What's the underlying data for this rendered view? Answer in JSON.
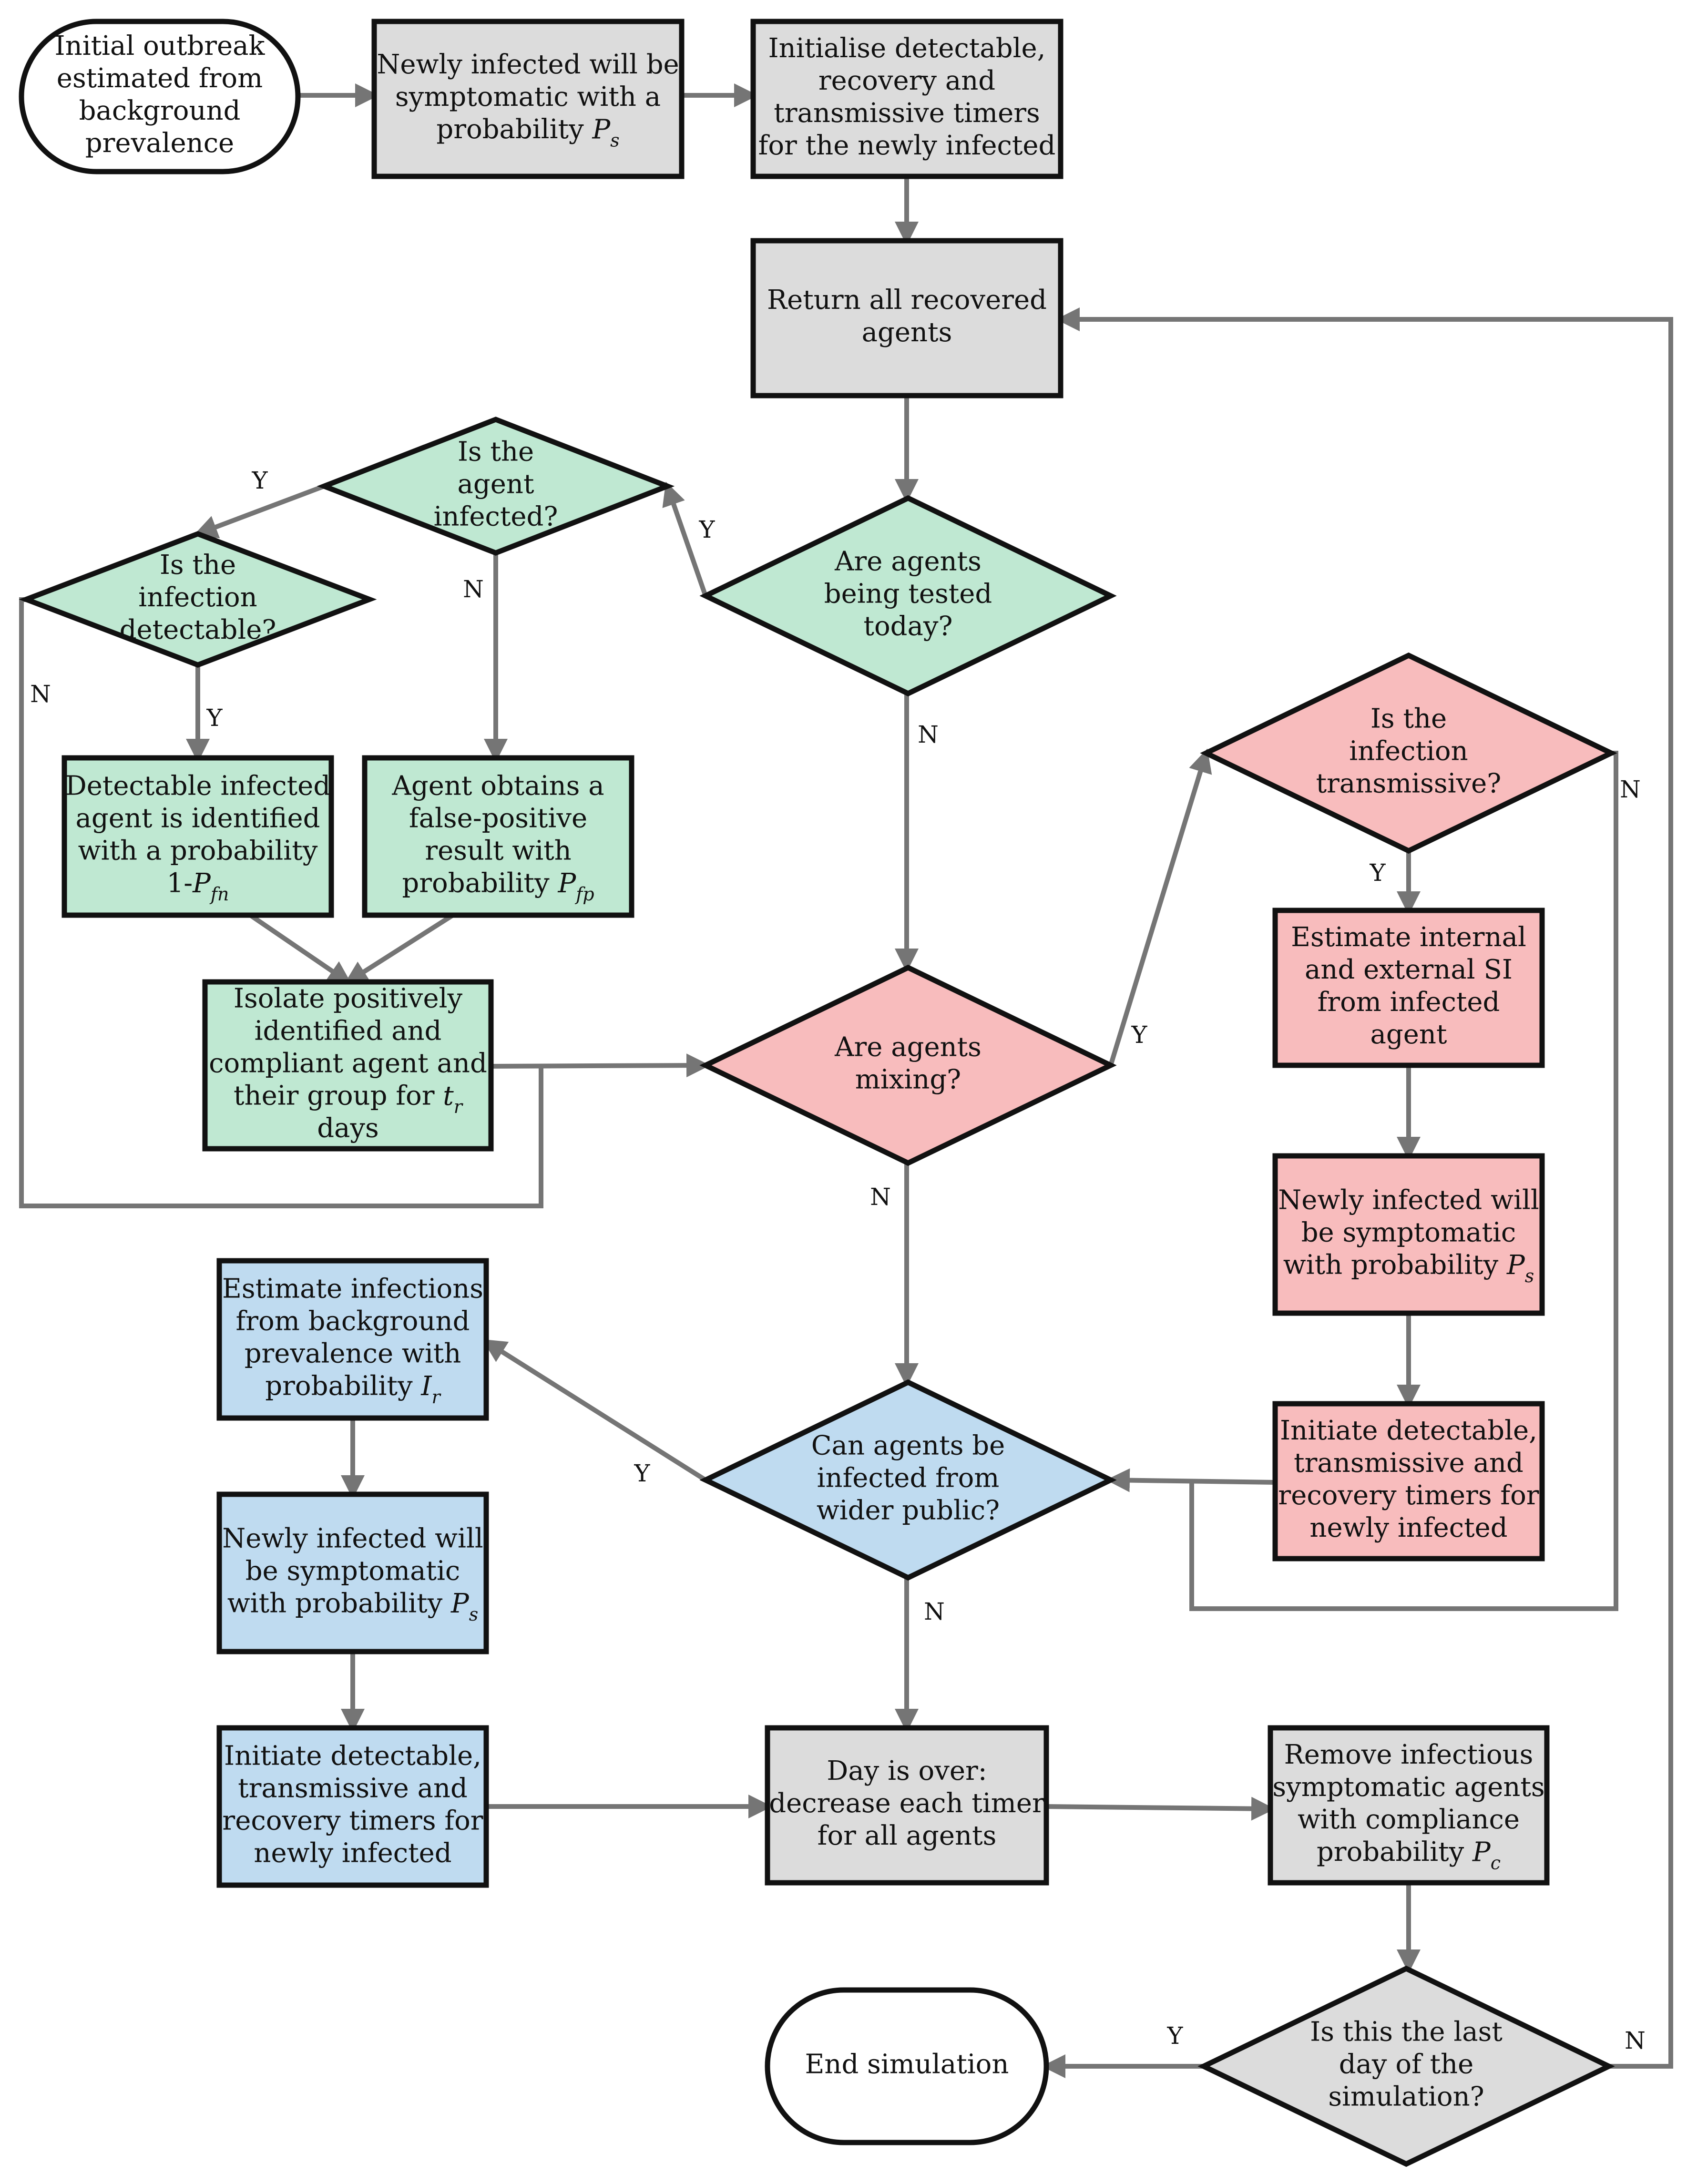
{
  "colors": {
    "gray": "#dcdcdc",
    "green": "#bfe8d2",
    "red": "#f8bcbd",
    "blue": "#bfdbf0",
    "terminal": "#ffffff",
    "arrow": "#757575",
    "border": "#111111"
  },
  "nodes": {
    "initial_outbreak": [
      "Initial outbreak",
      "estimated from",
      "background",
      "prevalence"
    ],
    "symptomatic_top": [
      "Newly infected will be",
      "symptomatic  with a",
      "probability |P|s"
    ],
    "init_timers_top": [
      "Initialise detectable,",
      "recovery and",
      "transmissive timers",
      "for the newly infected"
    ],
    "return_recovered": [
      "Return all recovered",
      "agents"
    ],
    "being_tested": [
      "Are agents",
      "being tested",
      "today?"
    ],
    "agent_infected": [
      "Is the",
      "agent",
      "infected?"
    ],
    "infection_detectable": [
      "Is the",
      "infection",
      "detectable?"
    ],
    "detectable_identified": [
      "Detectable infected",
      "agent is identified",
      "with a probability",
      "1-|P|fn"
    ],
    "false_positive": [
      "Agent obtains a",
      "false-positive",
      "result with",
      "probability |P|fp"
    ],
    "isolate": [
      "Isolate positively",
      "identified and",
      "compliant agent and",
      "their group for |t|r",
      "days"
    ],
    "agents_mixing": [
      "Are agents",
      "mixing?"
    ],
    "infection_transmissive": [
      "Is the",
      "infection",
      "transmissive?"
    ],
    "estimate_si": [
      "Estimate internal",
      "and external SI",
      "from infected",
      "agent"
    ],
    "symptomatic_red": [
      "Newly infected will",
      "be symptomatic",
      "with probability |P|s"
    ],
    "init_timers_red": [
      "Initiate detectable,",
      "transmissive and",
      "recovery timers for",
      "newly infected"
    ],
    "wider_public": [
      "Can agents be",
      "infected from",
      "wider public?"
    ],
    "estimate_background": [
      "Estimate infections",
      "from background",
      "prevalence with",
      "probability |I|r"
    ],
    "symptomatic_blue": [
      "Newly infected will",
      "be symptomatic",
      "with probability |P|s"
    ],
    "init_timers_blue": [
      "Initiate detectable,",
      "transmissive and",
      "recovery timers for",
      "newly infected"
    ],
    "day_over": [
      "Day is over:",
      "decrease each timer",
      "for all agents"
    ],
    "remove_infectious": [
      "Remove infectious",
      "symptomatic agents",
      "with compliance",
      "probability |P|c"
    ],
    "last_day": [
      "Is this the last",
      "day of the",
      "simulation?"
    ],
    "end_simulation": [
      "End simulation"
    ]
  },
  "edge_labels": {
    "tested_yes": "Y",
    "tested_no": "N",
    "infected_yes": "Y",
    "infected_no": "N",
    "detectable_yes": "Y",
    "detectable_no": "N",
    "mixing_yes": "Y",
    "mixing_no": "N",
    "transmissive_yes": "Y",
    "transmissive_no": "N",
    "public_yes": "Y",
    "public_no": "N",
    "last_day_yes": "Y",
    "last_day_no": "N"
  }
}
